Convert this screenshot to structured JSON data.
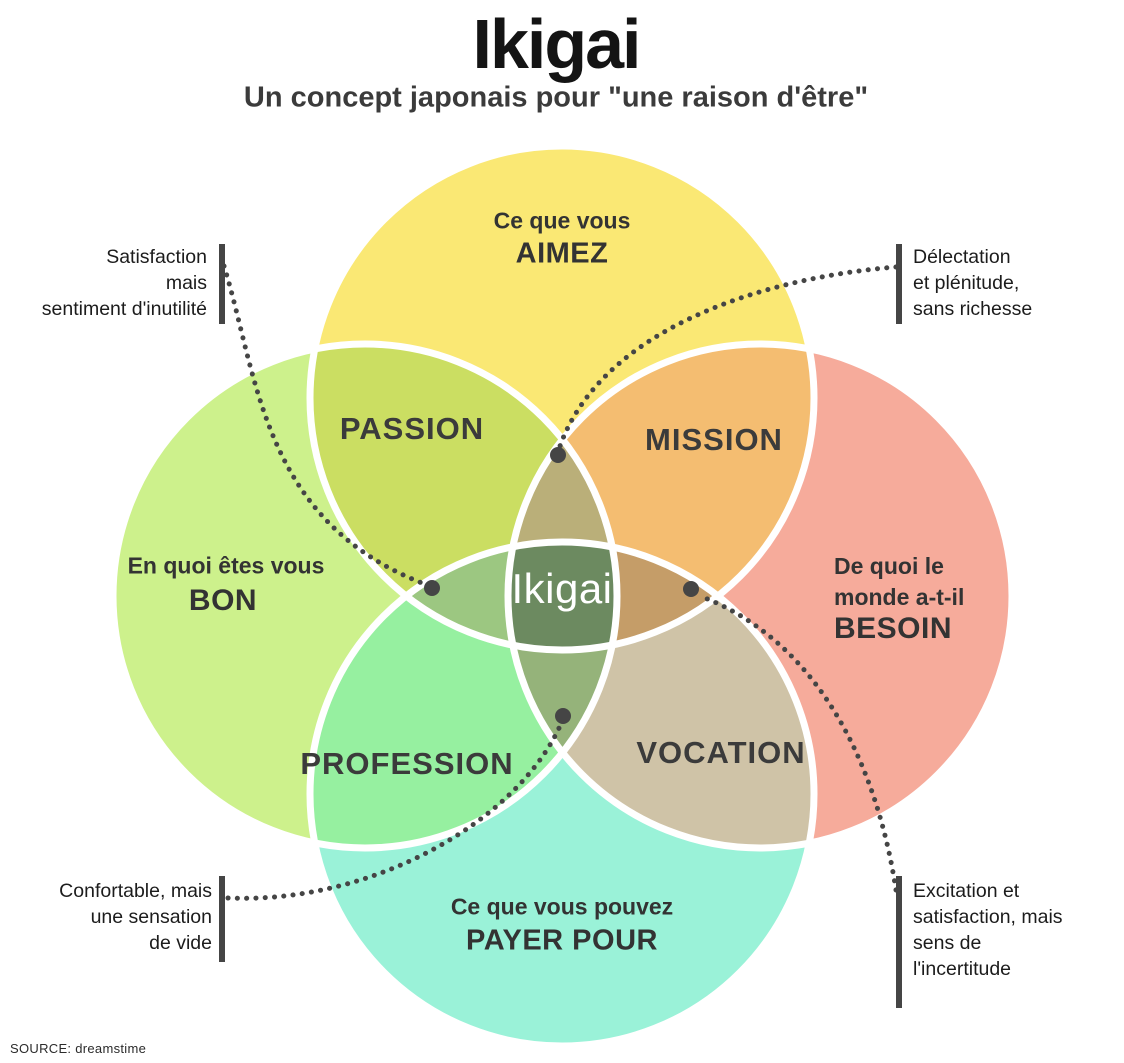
{
  "header": {
    "title": "Ikigai",
    "subtitle": "Un concept japonais pour \"une raison d'être\""
  },
  "colors": {
    "love": "#FAE874",
    "good": "#CDF18C",
    "need": "#F6AB9B",
    "paid": "#9AF2D8",
    "passion": "#CBDE62",
    "mission": "#F4BD71",
    "profession": "#96F0A0",
    "vocation": "#CFC3A7",
    "petal_top": "#BAAF79",
    "petal_left": "#9CC781",
    "petal_right": "#C59D68",
    "petal_bottom": "#95B37A",
    "center": "#6C8A60",
    "connector": "#454545"
  },
  "circles": {
    "love": {
      "line1": "Ce que vous",
      "emphasis": "AIMEZ"
    },
    "good": {
      "line1": "En quoi êtes vous",
      "emphasis": "BON"
    },
    "need": {
      "line1": "De quoi le",
      "line2": "monde a-t-il",
      "emphasis": "BESOIN"
    },
    "paid": {
      "line1": "Ce que vous pouvez",
      "emphasis": "PAYER POUR"
    }
  },
  "overlaps": {
    "passion": "PASSION",
    "mission": "MISSION",
    "profession": "PROFESSION",
    "vocation": "VOCATION",
    "center": "Ikigai"
  },
  "annotations": {
    "top_left": {
      "lines": [
        "Satisfaction",
        "mais",
        "sentiment d'inutilité"
      ]
    },
    "top_right": {
      "lines": [
        "Délectation",
        "et plénitude,",
        "sans richesse"
      ]
    },
    "bottom_left": {
      "lines": [
        "Confortable, mais",
        "une sensation",
        "de vide"
      ]
    },
    "bottom_right": {
      "lines": [
        "Excitation et",
        "satisfaction, mais",
        "sens de",
        "l'incertitude"
      ]
    }
  },
  "source": "SOURCE: dreamstime"
}
